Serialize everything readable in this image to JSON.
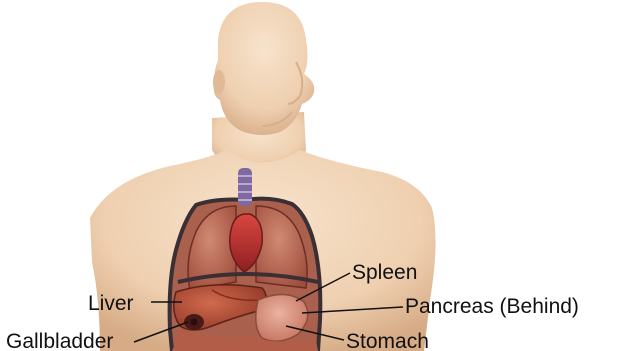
{
  "diagram": {
    "labels": {
      "liver": "Liver",
      "gallbladder": "Gallbladder",
      "spleen": "Spleen",
      "pancreas": "Pancreas (Behind)",
      "stomach": "Stomach"
    },
    "colors": {
      "background": "#ffffff",
      "skin": "#efd2b5",
      "skin_shadow": "#d9b18d",
      "lung": "#b96752",
      "heart": "#c0302f",
      "liver": "#b24a34",
      "stomach": "#d98774",
      "outline": "#3b2f36",
      "label_text": "#111111",
      "leader_line": "#111111"
    }
  }
}
